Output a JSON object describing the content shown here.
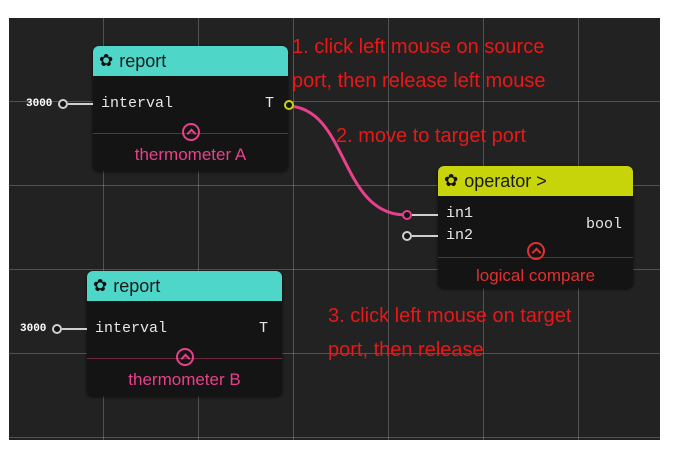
{
  "colors": {
    "report_header": "#4ed6c8",
    "operator_header": "#c7d40a",
    "link": "#e8408c",
    "annotation": "#e81818"
  },
  "nodes": {
    "report_a": {
      "title": "report",
      "input_value": "3000",
      "input_label": "interval",
      "output_label": "T",
      "caption": "thermometer A"
    },
    "report_b": {
      "title": "report",
      "input_value": "3000",
      "input_label": "interval",
      "output_label": "T",
      "caption": "thermometer B"
    },
    "operator": {
      "title": "operator >",
      "input1_label": "in1",
      "input2_label": "in2",
      "output_label": "bool",
      "caption": "logical compare"
    }
  },
  "annotations": {
    "step1_line1": "1.      click left mouse on source",
    "step1_line2": "port, then release left mouse",
    "step2": "2. move to target port",
    "step3_line1": "3. click left mouse on target",
    "step3_line2": "port, then release"
  }
}
